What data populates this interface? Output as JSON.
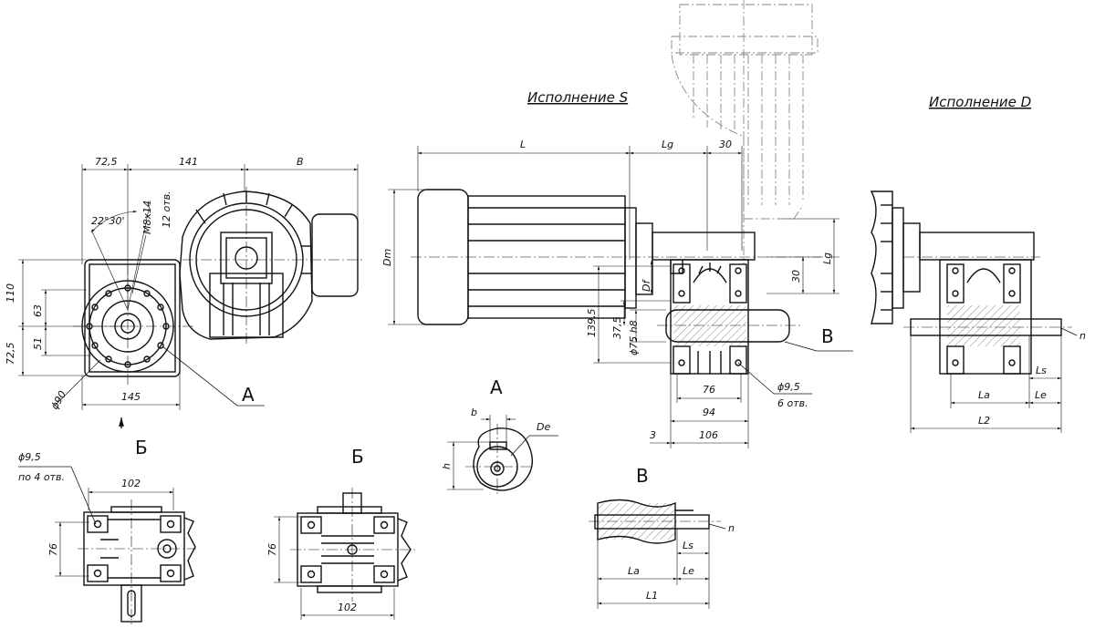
{
  "views": {
    "execution_s": "Исполнение S",
    "execution_d": "Исполнение D",
    "view_a": "А",
    "view_a_section": "А",
    "view_b_arrow": "Б",
    "view_b_left": "Б",
    "view_b_right": "Б",
    "view_v": "В",
    "view_v_label": "В"
  },
  "front_view": {
    "d_72_5_top": "72,5",
    "d_141": "141",
    "d_B": "B",
    "d_angle": "22°30'",
    "d_thread": "M8x14",
    "d_holes": "12 отв.",
    "d_110": "110",
    "d_63": "63",
    "d_51": "51",
    "d_72_5_side": "72,5",
    "d_phi90": "ϕ90",
    "d_145": "145"
  },
  "side_view": {
    "d_L": "L",
    "d_Lg_top": "Lg",
    "d_30_top": "30",
    "d_Dm": "Dm",
    "d_Df": "Df",
    "d_139_5": "139,5",
    "d_37_5": "37,5",
    "d_phi75": "ϕ75 h8",
    "d_Lg_right": "Lg",
    "d_30_right": "30",
    "d_76": "76",
    "d_94": "94",
    "d_106": "106",
    "d_3": "3",
    "d_phi9_5": "ϕ9,5",
    "d_6holes": "6 отв."
  },
  "section_a": {
    "d_b": "b",
    "d_De": "De",
    "d_h": "h"
  },
  "execution_d_view": {
    "d_n": "n",
    "d_Ls": "Ls",
    "d_La": "La",
    "d_Le": "Le",
    "d_L2": "L2"
  },
  "bottom_left": {
    "d_phi9_5": "ϕ9,5",
    "d_holes4": "по 4 отв.",
    "d_102": "102",
    "d_76": "76"
  },
  "bottom_mid": {
    "d_76": "76",
    "d_102": "102"
  },
  "view_v_detail": {
    "d_n": "n",
    "d_Ls": "Ls",
    "d_La": "La",
    "d_Le": "Le",
    "d_L1": "L1"
  }
}
